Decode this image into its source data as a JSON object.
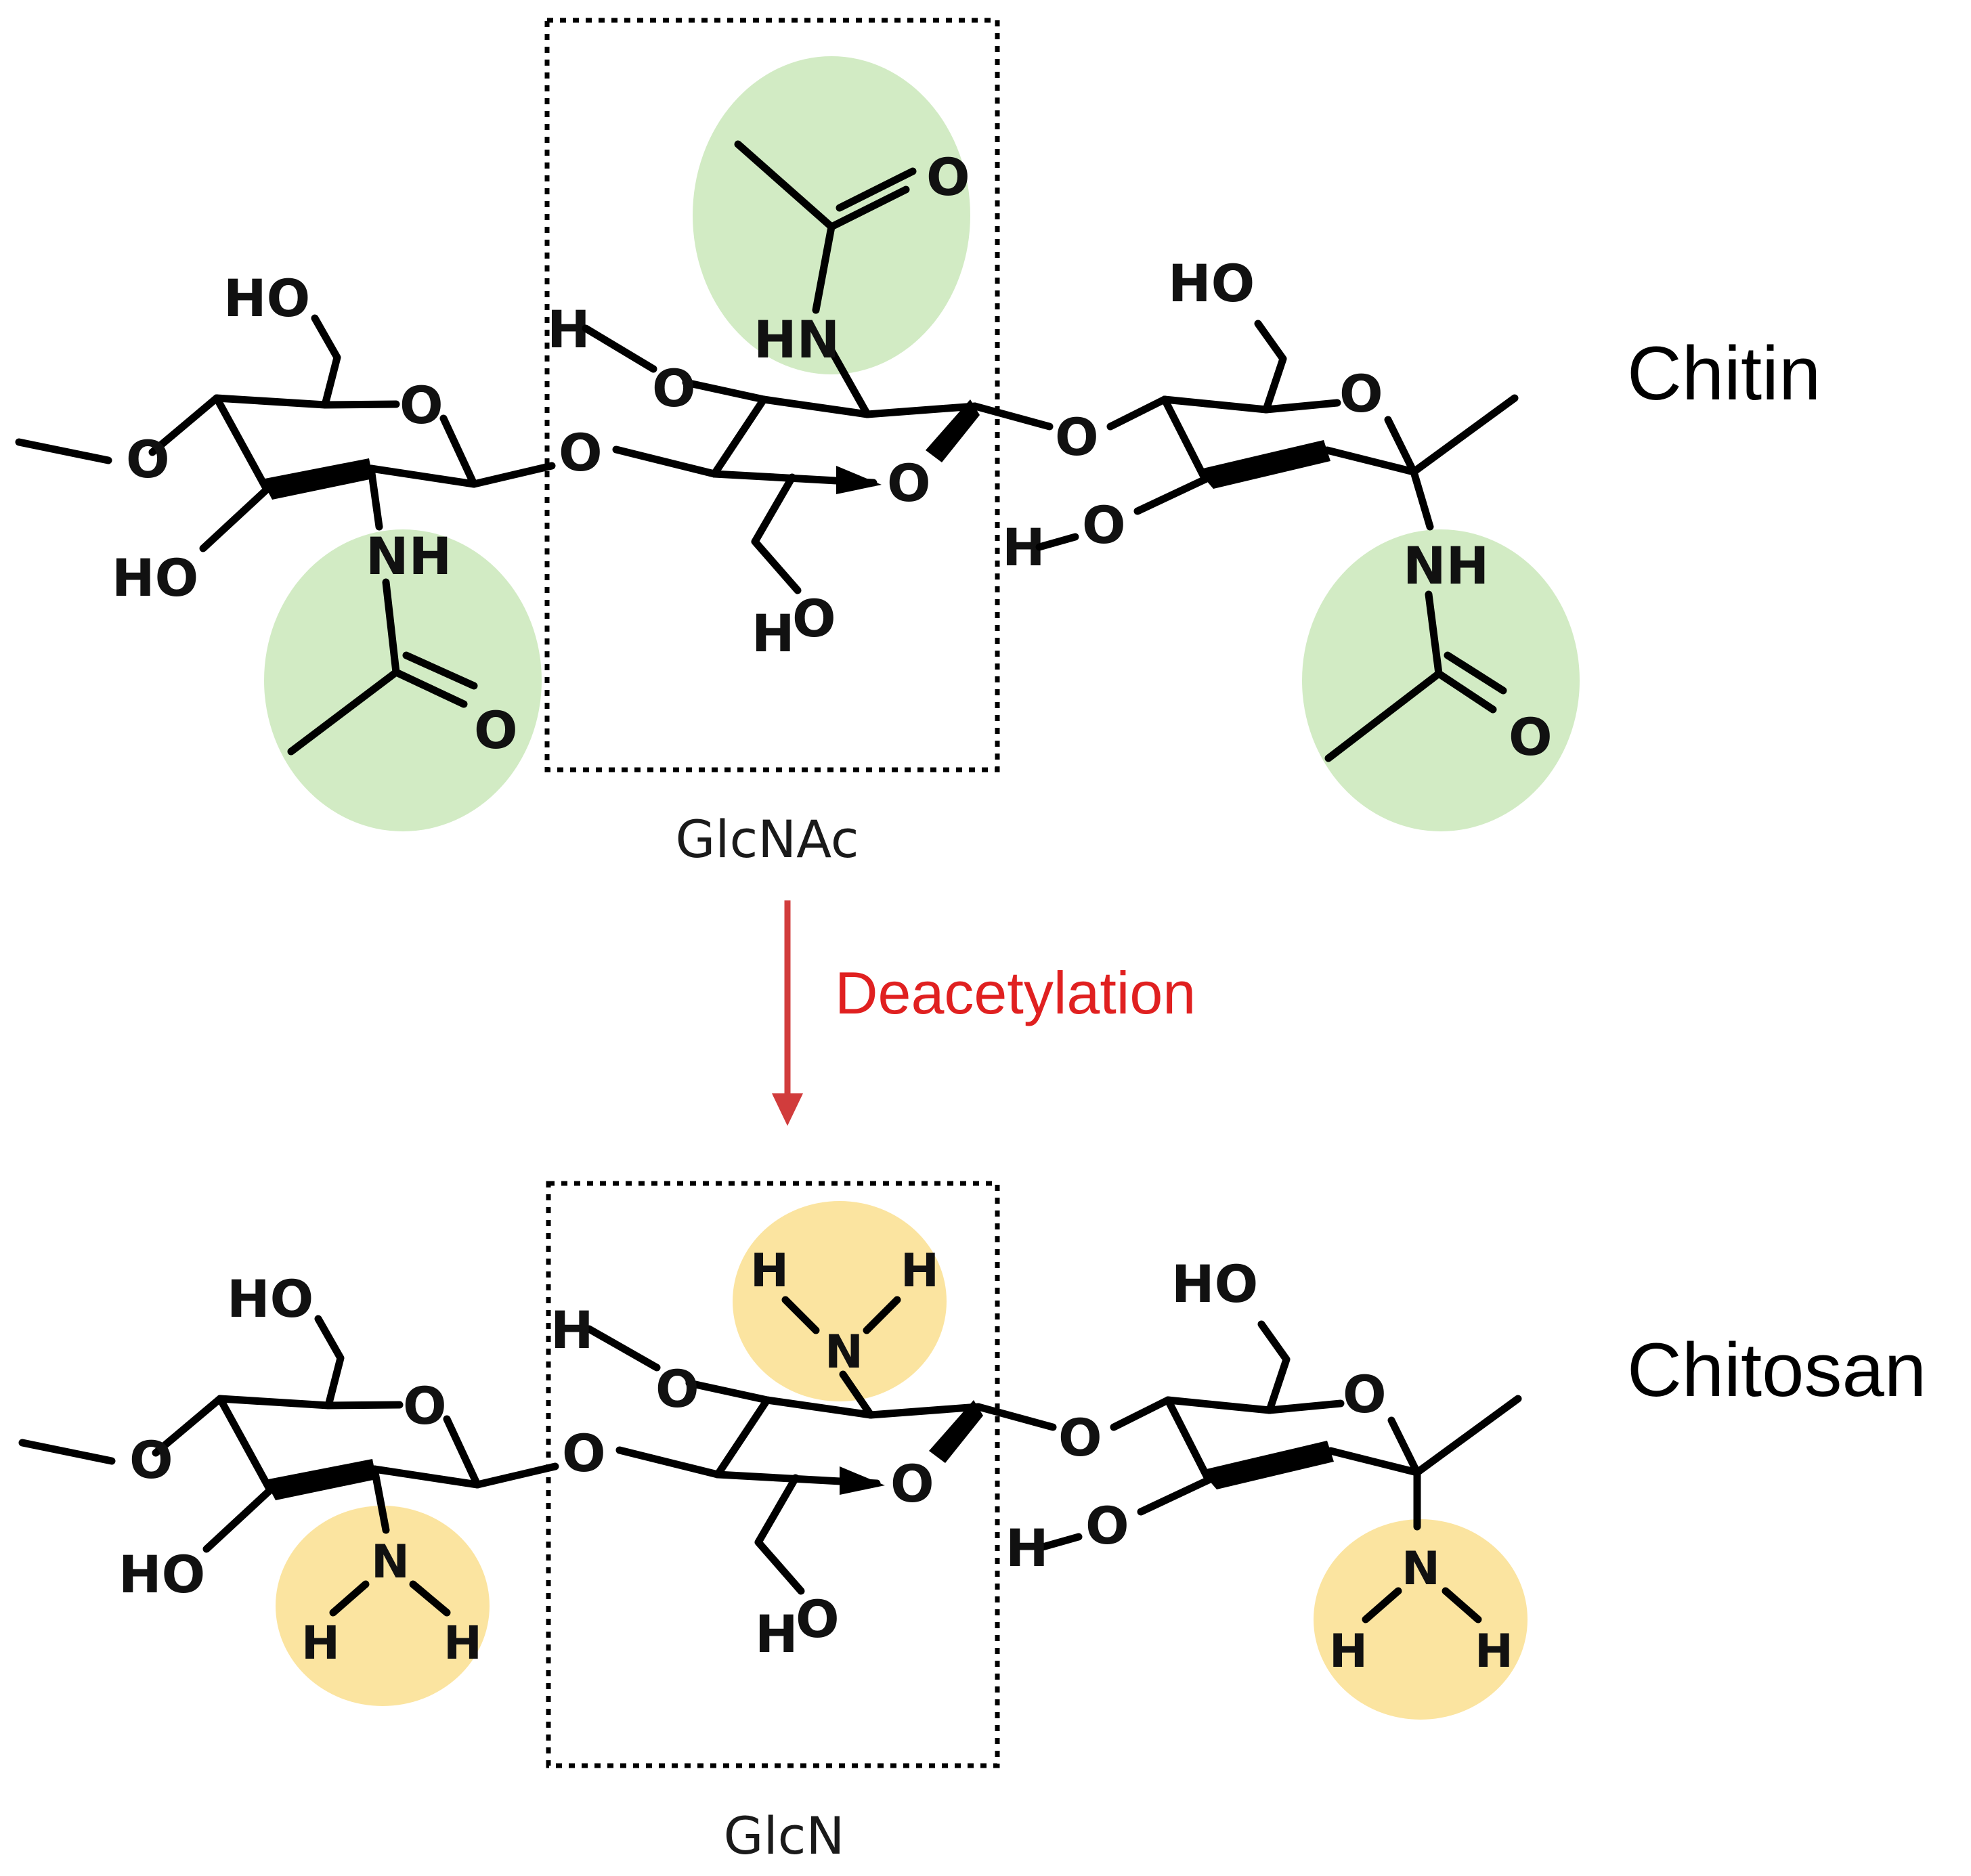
{
  "diagram": {
    "top_polymer": "Chitin",
    "bottom_polymer": "Chitosan",
    "top_unit": "GlcNAc",
    "bottom_unit": "GlcN",
    "reaction": "Deacetylation",
    "colors": {
      "acetyl_highlight": "#d2ebc4",
      "amine_highlight": "#fbe4a0",
      "reaction": "#e02020"
    }
  },
  "atoms": {
    "HO": "HO",
    "O": "O",
    "NH": "NH",
    "HN": "HN",
    "N": "N",
    "H": "H"
  }
}
